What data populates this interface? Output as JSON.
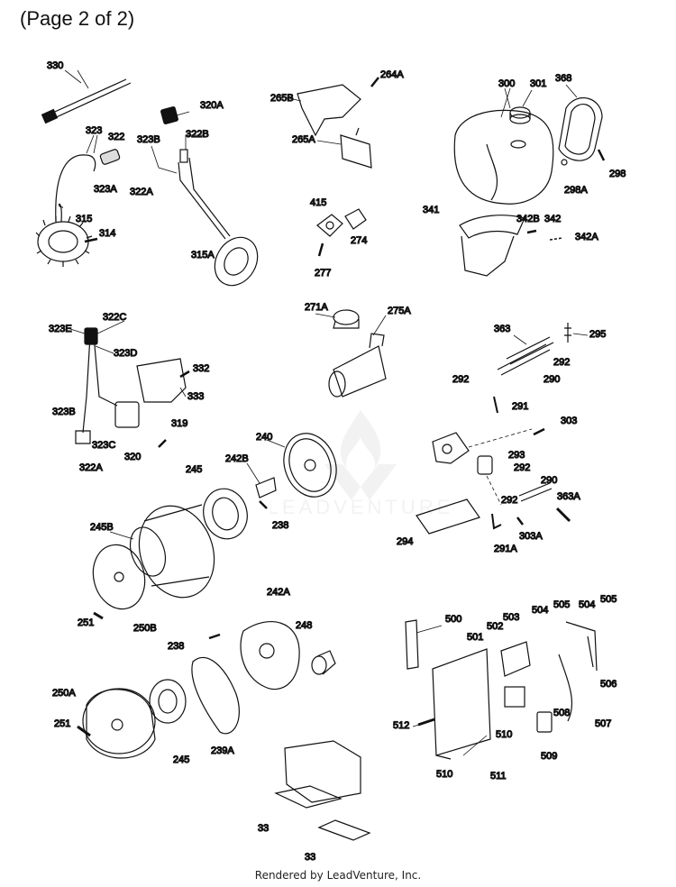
{
  "page_title": "(Page 2 of 2)",
  "footer_text": "Rendered by LeadVenture, Inc.",
  "watermark": {
    "text": "LEADVENTURE",
    "icon": "flame-logo-icon"
  },
  "colors": {
    "ink": "#111111",
    "watermark": "#9a9a9a"
  },
  "callouts": {
    "c330": "330",
    "c323": "323",
    "c322": "322",
    "c323A": "323A",
    "c315": "315",
    "c314": "314",
    "c320A": "320A",
    "c323B_top": "323B",
    "c322B": "322B",
    "c322A_top": "322A",
    "c315A": "315A",
    "c264A": "264A",
    "c265B": "265B",
    "c265A": "265A",
    "c415": "415",
    "c274": "274",
    "c277": "277",
    "c300": "300",
    "c301": "301",
    "c368": "368",
    "c298": "298",
    "c298A": "298A",
    "c341": "341",
    "c342B": "342B",
    "c342": "342",
    "c342A": "342A",
    "c322C": "322C",
    "c323E": "323E",
    "c323D": "323D",
    "c332": "332",
    "c333": "333",
    "c319": "319",
    "c323B_mid": "323B",
    "c323C": "323C",
    "c322A_mid": "322A",
    "c320": "320",
    "c271A": "271A",
    "c275A": "275A",
    "c363": "363",
    "c295": "295",
    "c292_a": "292",
    "c290_a": "290",
    "c292_b": "292",
    "c291": "291",
    "c240": "240",
    "c242B": "242B",
    "c245_top": "245",
    "c238_top": "238",
    "c245B": "245B",
    "c251_top": "251",
    "c250B": "250B",
    "c303": "303",
    "c293": "293",
    "c292_c": "292",
    "c290_b": "290",
    "c292_d": "292",
    "c363A": "363A",
    "c294": "294",
    "c291A": "291A",
    "c303A": "303A",
    "c242A": "242A",
    "c238_bot": "238",
    "c248": "248",
    "c250A": "250A",
    "c251_bot": "251",
    "c239A": "239A",
    "c245_bot": "245",
    "c33_a": "33",
    "c33_b": "33",
    "c500": "500",
    "c501": "501",
    "c502": "502",
    "c503": "503",
    "c504_a": "504",
    "c505_a": "505",
    "c504_b": "504",
    "c505_b": "505",
    "c506": "506",
    "c507": "507",
    "c508": "508",
    "c509": "509",
    "c510_a": "510",
    "c510_b": "510",
    "c511": "511",
    "c512": "512"
  }
}
